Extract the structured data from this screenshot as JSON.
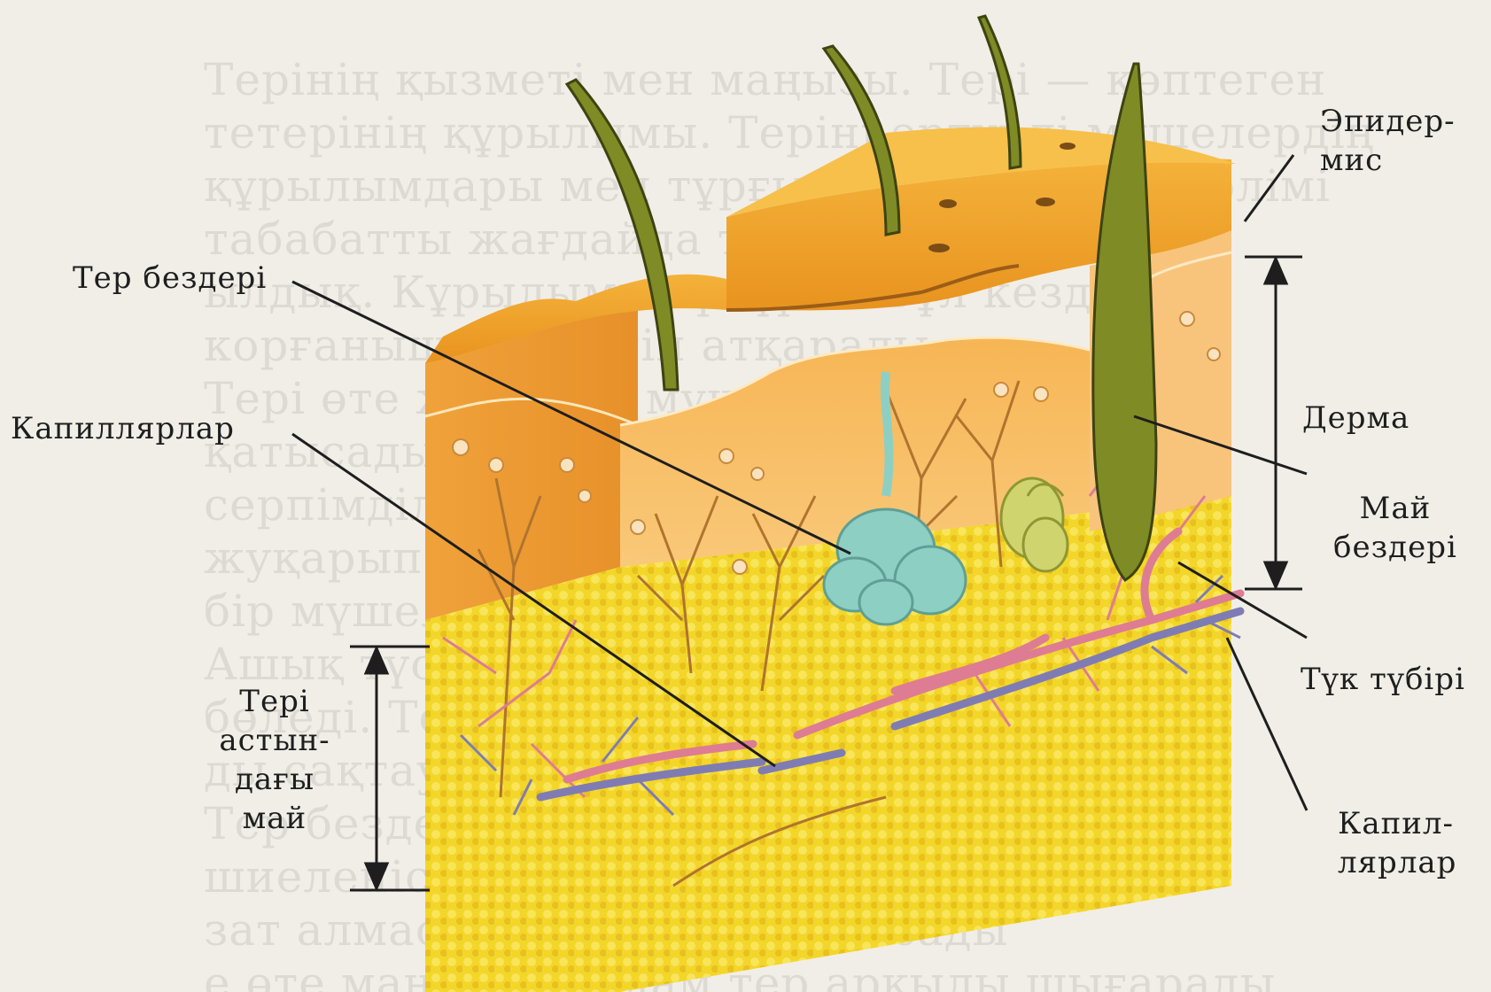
{
  "labels": {
    "sweat_glands": "Тер бездері",
    "capillaries_left": "Капиллярлар",
    "epidermis_line1": "Эпидер-",
    "epidermis_line2": "мис",
    "dermis": "Дерма",
    "sebaceous_line1": "Май",
    "sebaceous_line2": "бездері",
    "hair_root": "Түк түбірі",
    "capillaries_right_line1": "Капил-",
    "capillaries_right_line2": "лярлар",
    "subcutaneous_line1": "Тері",
    "subcutaneous_line2": "астын-",
    "subcutaneous_line3": "дағы",
    "subcutaneous_line4": "май"
  },
  "colors": {
    "background": "#f1eee8",
    "epidermis": "#f0a72e",
    "dermis": "#f7b75e",
    "fat": "#f5dc2a",
    "hair": "#7a8a2a",
    "vessel_red": "#d9718a",
    "vessel_blue": "#7e7db0",
    "gland_teal": "#8ecfc4",
    "gland_olive": "#c9d06a",
    "text": "#1e1e1e"
  }
}
